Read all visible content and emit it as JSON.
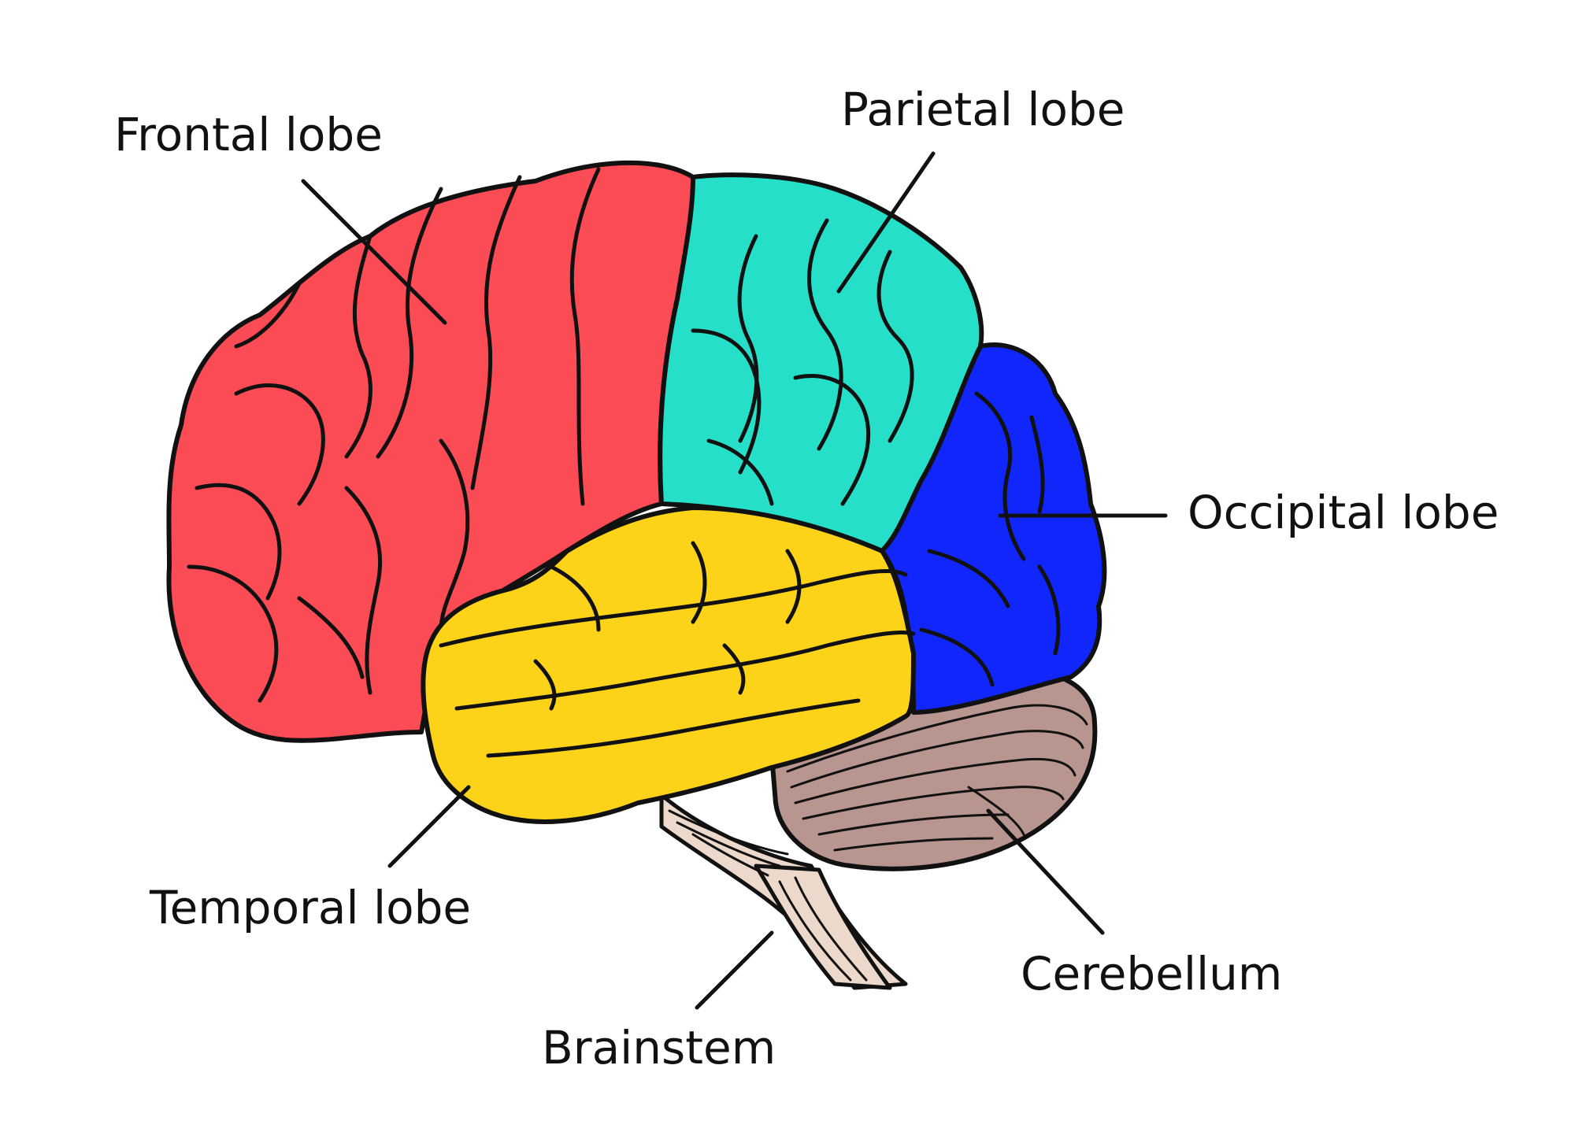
{
  "labels": {
    "frontal": "Frontal lobe",
    "parietal": "Parietal lobe",
    "occipital": "Occipital lobe",
    "temporal": "Temporal lobe",
    "brainstem": "Brainstem",
    "cerebellum": "Cerebellum"
  },
  "colors": {
    "frontal": "#fb4b55",
    "parietal": "#26dfc8",
    "occipital": "#1126fb",
    "temporal": "#fdd31a",
    "cerebellum": "#b8958e",
    "brainstem": "#ecd9cc",
    "outline": "#111111"
  }
}
